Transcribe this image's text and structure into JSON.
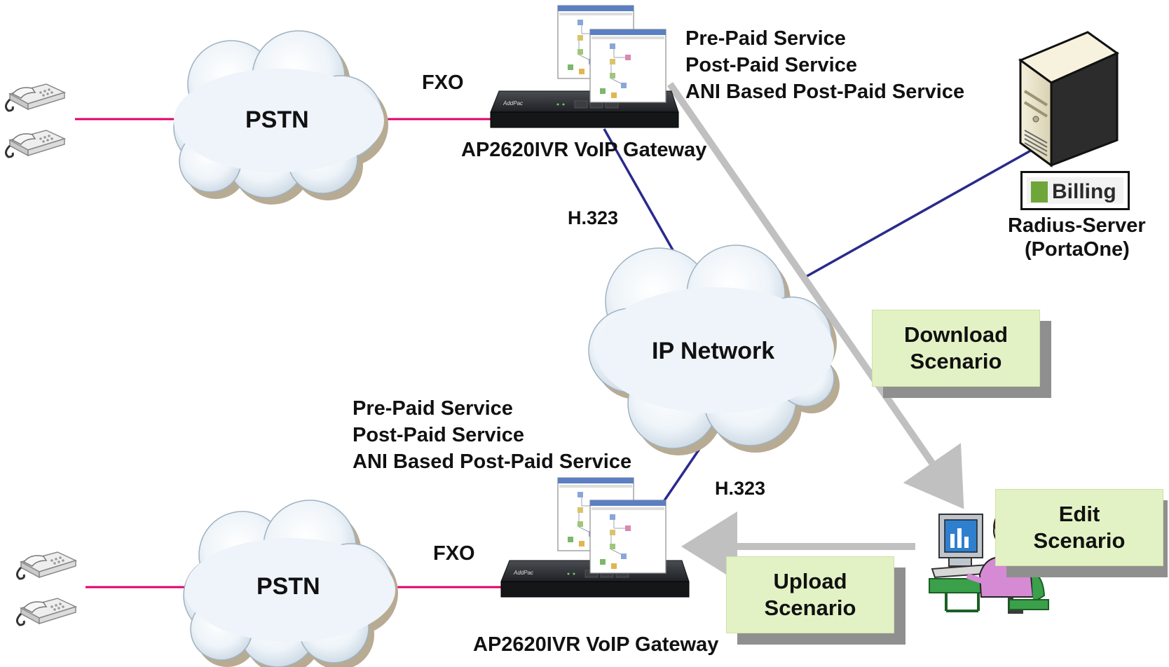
{
  "clouds": {
    "pstn_top": "PSTN",
    "ip_network": "IP Network",
    "pstn_bottom": "PSTN"
  },
  "links": {
    "fxo_top": "FXO",
    "fxo_bottom": "FXO",
    "h323_top": "H.323",
    "h323_bottom": "H.323"
  },
  "gateways": {
    "top": {
      "label": "AP2620IVR VoIP Gateway",
      "brand": "AddPac",
      "services": [
        "Pre-Paid Service",
        "Post-Paid Service",
        "ANI Based Post-Paid Service"
      ]
    },
    "bottom": {
      "label": "AP2620IVR VoIP Gateway",
      "brand": "AddPac",
      "services": [
        "Pre-Paid Service",
        "Post-Paid Service",
        "ANI Based Post-Paid Service"
      ]
    }
  },
  "server": {
    "billing_logo": "Billing",
    "name_line1": "Radius-Server",
    "name_line2": "(PortaOne)"
  },
  "notes": {
    "download": [
      "Download",
      "Scenario"
    ],
    "edit": [
      "Edit",
      "Scenario"
    ],
    "upload": [
      "Upload",
      "Scenario"
    ]
  },
  "colors": {
    "pstn_link": "#e0006e",
    "h323_link": "#2a2a8c",
    "flow_arrow": "#c0c0c0",
    "note_fill": "#e3f2c4",
    "note_shadow": "#8f8f8f",
    "cloud_fill": "#e9f1f7",
    "cloud_shadow": "#b8ab93"
  },
  "icons": {
    "phone": "telephone-icon",
    "gateway": "voip-gateway-icon",
    "screens": "scenario-editor-window-icon",
    "server": "radius-server-icon",
    "operator": "operator-at-computer-icon"
  }
}
